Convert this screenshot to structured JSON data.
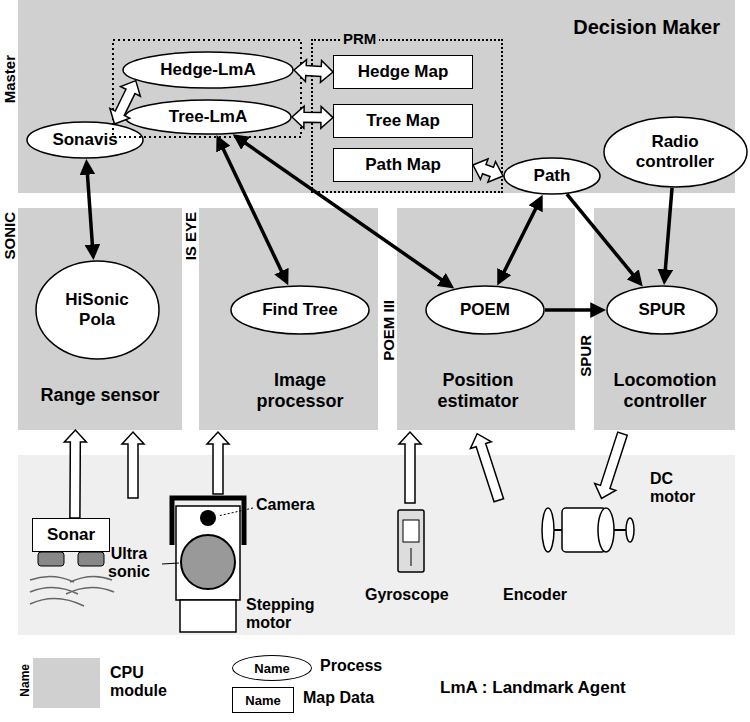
{
  "diagram": {
    "nodes": [
      {
        "text": [
          "Master",
          "Decision Maker"
        ]
      },
      {
        "text": [
          "Hedge-LmA"
        ],
        "in": 0
      },
      {
        "text": [
          "Tree-LmA"
        ],
        "in": 0
      },
      {
        "text": [
          "PRM"
        ],
        "in": 0
      },
      {
        "text": [
          "Hedge Map"
        ],
        "in": 3
      },
      {
        "text": [
          "Tree Map"
        ],
        "in": 3
      },
      {
        "text": [
          "Path Map"
        ],
        "in": 3
      },
      {
        "text": [
          "Sonavis"
        ],
        "in": 0
      },
      {
        "text": [
          "Path"
        ],
        "in": 0
      },
      {
        "text": [
          "Radio controller"
        ],
        "in": 0
      },
      {
        "text": [
          "SONIC",
          "Range sensor"
        ]
      },
      {
        "text": [
          "HiSonic Pola"
        ],
        "in": 10
      },
      {
        "text": [
          "IS EYE",
          "Image processor"
        ]
      },
      {
        "text": [
          "Find Tree"
        ],
        "in": 12
      },
      {
        "text": [
          "POEM III",
          "Position estimator"
        ]
      },
      {
        "text": [
          "POEM"
        ],
        "in": 14
      },
      {
        "text": [
          "SPUR",
          "Locomotion controller"
        ]
      },
      {
        "text": [
          "SPUR"
        ],
        "in": 16
      },
      {
        "text": [
          "Sonar"
        ]
      }
    ],
    "edges": [
      {
        "from": 1,
        "to": 4,
        "arrow": "both"
      },
      {
        "from": 2,
        "to": 5,
        "arrow": "both"
      },
      {
        "from": 7,
        "to": 1,
        "arrow": "both"
      },
      {
        "from": 6,
        "to": 8,
        "arrow": "both"
      },
      {
        "from": 7,
        "to": 11,
        "arrow": "both"
      },
      {
        "from": 13,
        "to": 2,
        "arrow": "both"
      },
      {
        "from": 15,
        "to": 2,
        "arrow": "both"
      },
      {
        "from": 8,
        "to": 15,
        "arrow": "both"
      },
      {
        "from": 8,
        "to": 17,
        "arrow": "to"
      },
      {
        "from": 9,
        "to": 17,
        "arrow": "to"
      },
      {
        "from": 15,
        "to": 17,
        "arrow": "to"
      },
      {
        "from": 18,
        "to": 10,
        "arrow": "to"
      }
    ],
    "labels": [
      "Camera",
      "Ultra sonic",
      "Stepping motor",
      "Gyroscope",
      "Encoder",
      "DC motor",
      "Name",
      "Name",
      "Name",
      "LmA : Landmark Agent"
    ],
    "legend": [
      {
        "text": "CPU module",
        "color": "#d0d0d0"
      },
      {
        "text": "Process"
      },
      {
        "text": "Map Data"
      }
    ]
  }
}
